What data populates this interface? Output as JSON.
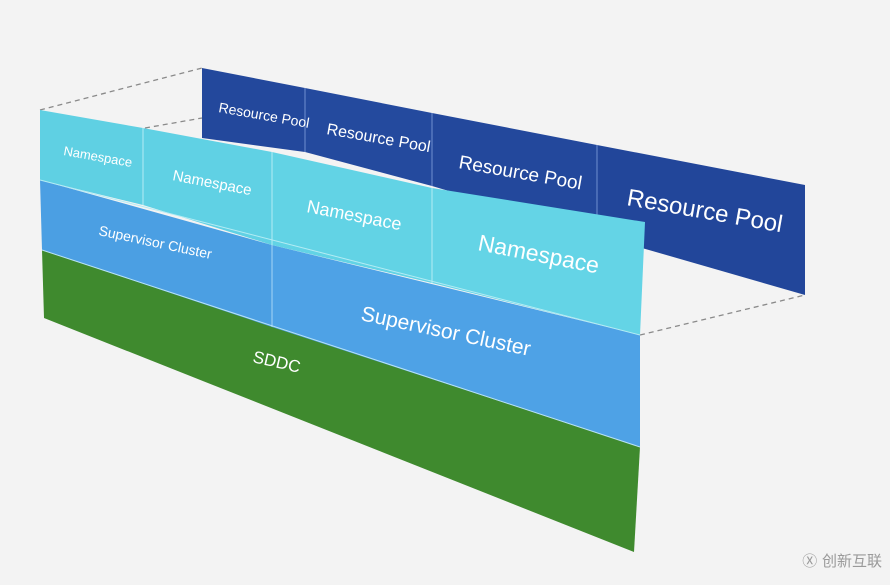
{
  "diagram": {
    "resource_pools": [
      "Resource Pool",
      "Resource Pool",
      "Resource Pool",
      "Resource Pool"
    ],
    "namespaces": [
      "Namespace",
      "Namespace",
      "Namespace",
      "Namespace"
    ],
    "supervisor_clusters": [
      "Supervisor Cluster",
      "Supervisor Cluster"
    ],
    "sddc": "SDDC",
    "colors": {
      "resource_pool": "#23489c",
      "namespace": "#5fd0e3",
      "supervisor_cluster": "#4b9fe3",
      "sddc": "#3f8a2e",
      "background": "#f3f3f3"
    }
  },
  "watermark": {
    "text": "创新互联"
  }
}
